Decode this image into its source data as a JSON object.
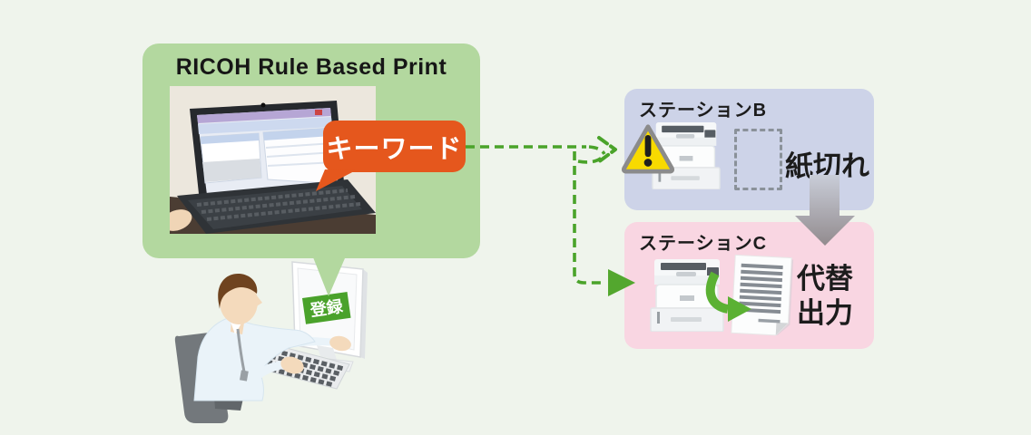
{
  "title": "RICOH Rule Based Print",
  "keyword_bubble": {
    "label": "キーワード"
  },
  "monitor_label": "登録",
  "stations": {
    "b": {
      "name": "ステーションB",
      "status": "紙切れ"
    },
    "c": {
      "name": "ステーションC",
      "status": [
        "代替",
        "出力"
      ]
    }
  },
  "icons": {
    "warning": "warning-triangle-icon",
    "printer_b": "printer-icon",
    "printer_c": "printer-icon",
    "paper_placeholder": "empty-paper-outline",
    "document": "printed-document-icon",
    "redirect": "curved-arrow-icon",
    "flow_to_b": "dashed-green-arrow",
    "flow_to_c": "dashed-green-arrow",
    "fallback": "gray-down-arrow"
  },
  "colors": {
    "background": "#eff4ec",
    "ricoh_box_green": "#b3d89f",
    "keyword_orange": "#e5571d",
    "station_b_bg": "#cdd3e8",
    "station_c_bg": "#f9d6e2",
    "warning_yellow": "#f8da00",
    "flow_green": "#4aa32a",
    "register_green": "#4aa22b",
    "gray_arrow": "#948d90",
    "text_dark": "#1c1c1c"
  }
}
